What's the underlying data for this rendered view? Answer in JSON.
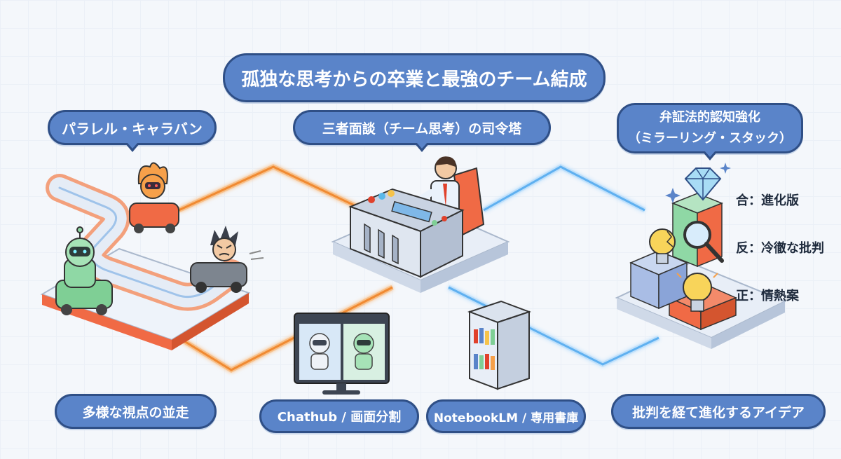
{
  "title": "孤独な思考からの卒業と最強のチーム結成",
  "sections": {
    "left_heading": "パラレル・キャラバン",
    "center_heading": "三者面談（チーム思考）の司令塔",
    "right_heading_line1": "弁証法的認知強化",
    "right_heading_line2": "（ミラーリング・スタック）"
  },
  "stack_labels": {
    "synthesis": "合：進化版",
    "antithesis": "反：冷徹な批判",
    "thesis": "正：情熱案"
  },
  "captions": {
    "left": "多様な視点の並走",
    "screen": "Chathub / 画面分割",
    "library": "NotebookLM / 専用書庫",
    "right": "批判を経て進化するアイデア"
  },
  "colors": {
    "pill_fill": "#5a84c9",
    "pill_border": "#2f4f86",
    "orange_line": "#f39a4a",
    "blue_line": "#6fb6ee",
    "platform": "#e8eef7",
    "platform_side": "#f06a45"
  },
  "icons": [
    "fire-robot-icon",
    "green-robot-icon",
    "angry-face-icon",
    "operator-person-icon",
    "control-desk-icon",
    "monitor-icon",
    "server-rack-icon",
    "diamond-icon",
    "magnifier-icon",
    "lightbulb-icon",
    "cracked-lightbulb-icon",
    "sparkle-icon"
  ]
}
